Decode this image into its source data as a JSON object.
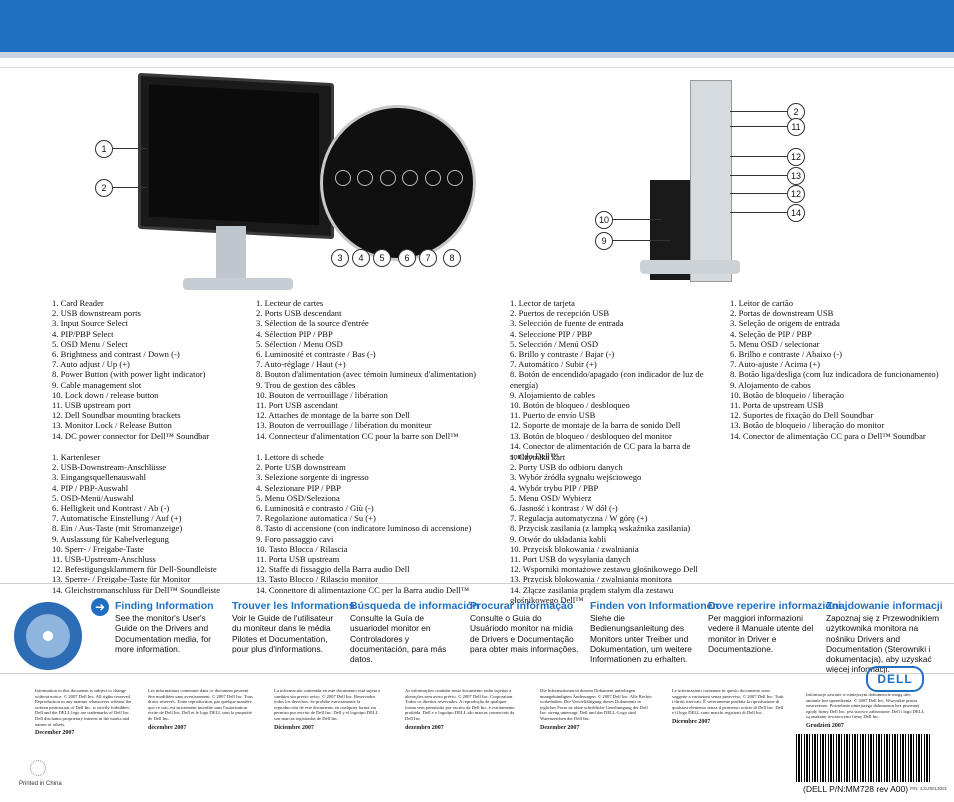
{
  "colors": {
    "accent": "#1f6fc2",
    "light_bar": "#c9d4df"
  },
  "callouts": {
    "front_left": [
      "1",
      "2"
    ],
    "buttons": [
      "3",
      "4",
      "5",
      "6",
      "7",
      "8"
    ],
    "side_right": [
      "2",
      "11",
      "12",
      "13",
      "12",
      "14",
      "10",
      "9"
    ]
  },
  "parts": {
    "en": [
      "1. Card Reader",
      "2. USB downstream ports",
      "3. Input Source Select",
      "4. PIP/PBP Select",
      "5. OSD Menu / Select",
      "6. Brightness and contrast / Down (-)",
      "7. Auto adjust / Up (+)",
      "8. Power Button (with power light indicator)",
      "9. Cable management slot",
      "10. Lock down / release button",
      "11. USB upstream port",
      "12. Dell Soundbar mounting brackets",
      "13. Monitor Lock / Release Button",
      "14. DC power connector for Dell™ Soundbar"
    ],
    "fr": [
      "1. Lecteur de cartes",
      "2. Ports USB descendant",
      "3. Sélection de la source d'entrée",
      "4. Sélection PIP / PBP",
      "5. Sélection / Menu OSD",
      "6. Luminosité et contraste / Bas (-)",
      "7. Auto-réglage / Haut (+)",
      "8. Bouton d'alimentation (avec témoin lumineux d'alimentation)",
      "9. Trou de gestion des câbles",
      "10. Bouton de verrouillage / libération",
      "11. Port USB ascendant",
      "12. Attaches de montage de la barre son Dell",
      "13. Bouton de verrouillage / libération du moniteur",
      "14. Connecteur d'alimentation CC pour la barre son Dell™"
    ],
    "es": [
      "1. Lector de tarjeta",
      "2. Puertos de recepción USB",
      "3. Selección de fuente de entrada",
      "4. Seleccione PIP / PBP",
      "5. Selección / Menú OSD",
      "6. Brillo y contraste / Bajar (-)",
      "7. Automático / Subir (+)",
      "8. Botón de encendido/apagado (con indicador de luz de energía)",
      "9. Alojamiento de cables",
      "10. Botón de bloqueo / desbloqueo",
      "11. Puerto de envío USB",
      "12. Soporte de montaje de la barra de sonido Dell",
      "13. Botón de bloqueo / desbloqueo del monitor",
      "14. Conector de alimentación de CC para la barra de sonido Dell™"
    ],
    "pt": [
      "1. Leitor de cartão",
      "2. Portas de downstream USB",
      "3. Seleção de origem de entrada",
      "4. Seleção de PIP / PBP",
      "5. Menu OSD / selecionar",
      "6. Brilho e contraste / Abaixo (-)",
      "7. Auto-ajuste / Acima (+)",
      "8. Botão liga/desliga (com luz indicadora de funcionamento)",
      "9. Alojamento de cabos",
      "10. Botão de bloqueio / liberação",
      "11. Porta de upstream USB",
      "12. Suportes de fixação do Dell Soundbar",
      "13. Botão de bloqueio / liberação do monitor",
      "14. Conector de alimentação CC para o Dell™ Soundbar"
    ],
    "de": [
      "1. Kartenleser",
      "2. USB-Downstream-Anschlüsse",
      "3. Eingangsquellenauswahl",
      "4. PIP / PBP-Auswahl",
      "5. OSD-Menü/Auswahl",
      "6. Helligkeit und Kontrast / Ab (-)",
      "7. Automatische Einstellung / Auf (+)",
      "8. Ein / Aus-Taste (mit Stromanzeige)",
      "9. Auslassung für Kabelverlegung",
      "10. Sperr- / Freigabe-Taste",
      "11. USB-Upstream-Anschluss",
      "12. Befestigungsklammern für Dell-Soundleiste",
      "13. Sperre- / Freigabe-Taste für Monitor",
      "14. Gleichstromanschluss für Dell™ Soundleiste"
    ],
    "it": [
      "1. Lettore di schede",
      "2. Porte USB downstream",
      "3. Selezione sorgente di ingresso",
      "4. Selezionare PIP / PBP",
      "5. Menu OSD/Seleziona",
      "6. Luminosità e contrasto / Giù (-)",
      "7. Regolazione automatica / Su (+)",
      "8. Tasto di accensione (con indicatore luminoso di accensione)",
      "9. Foro passaggio cavi",
      "10. Tasto Blocca / Rilascia",
      "11. Porta USB upstream",
      "12. Staffe di fissaggio della Barra audio Dell",
      "13. Tasto Blocco / Rilascio monitor",
      "14. Connettore di alimentazione CC per la Barra audio Dell™"
    ],
    "pl": [
      "1. Czytnika kart",
      "2. Porty USB do odbioru danych",
      "3. Wybór źródła sygnału wejściowego",
      "4. Wybór trybu PIP / PBP",
      "5. Menu OSD/ Wybierz",
      "6. Jasność i kontrast / W dół (-)",
      "7. Regulacja automatyczna / W górę (+)",
      "8. Przycisk zasilania (z lampką wskaźnika zasilania)",
      "9. Otwór do układania kabli",
      "10. Przycisk blokowania / zwalniania",
      "11. Port USB do wysyłania danych",
      "12. Wsporniki montażowe zestawu głośnikowego Dell",
      "13. Przycisk blokowania / zwalniania monitora",
      "14. Złącze zasilania prądem stałym dla zestawu głośnikowego Dell™"
    ]
  },
  "finding_info": {
    "en": {
      "title": "Finding Information",
      "body": "See the monitor's User's Guide on the Drivers and Documentation media, for more information."
    },
    "fr": {
      "title": "Trouver les Informations",
      "body": "Voir le Guide de l'utilisateur du moniteur dans le média Pilotes et Documentation, pour plus d'informations."
    },
    "es": {
      "title": "Búsqueda de información",
      "body": "Consulte la Guía de usuariodel monitor en Controladores y documentación, para más datos."
    },
    "pt": {
      "title": "Procurar informação",
      "body": "Consulte o Guia do Usuáriodo monitor na mídia de Drivers e Documentação para obter mais informações."
    },
    "de": {
      "title": "Finden von Informationen",
      "body": "Siehe die Bedienungsanleitung des Monitors unter Treiber und Dokumentation, um weitere Informationen zu erhalten."
    },
    "it": {
      "title": "Dove reperire informazioni",
      "body": "Per maggiori informazioni vedere il Manuale utente del monitor in Driver e Documentazione."
    },
    "pl": {
      "title": "Znajdowanie informacji",
      "body": "Zapoznaj się z Przewodnikiem użytkownika monitora na nośniku Drivers and Documentation (Sterowniki i dokumentacja), aby uzyskać więcej informacji."
    }
  },
  "legal": {
    "en": {
      "text": "Information in this document is subject to change without notice. © 2007 Dell Inc. All rights reserved. Reproduction in any manner whatsoever without the written permission of Dell Inc. is strictly forbidden. Dell and the DELL logo are trademarks of Dell Inc. Dell disclaims proprietary interest in the marks and names of others.",
      "date": "December 2007"
    },
    "fr": {
      "text": "Les informations contenues dans ce document peuvent être modifiées sans avertissement. © 2007 Dell Inc. Tous droits réservés. Toute reproduction, par quelque manière que ce soit, est strictement interdite sans l'autorisation écrite de Dell Inc. Dell et le logo DELL sont la propriété de Dell Inc.",
      "date": "décembre 2007"
    },
    "es": {
      "text": "La información contenida en este documento está sujeta a cambios sin previo aviso. © 2007 Dell Inc. Reservados todos los derechos. Se prohibe estrictamente la reproducción de este documento en cualquier forma sin permiso por escrito de Dell Inc. Dell y el logotipo DELL son marcas registradas de Dell Inc.",
      "date": "Diciembre 2007"
    },
    "pt": {
      "text": "As informações contidas neste documento estão sujeitas a alterações sem aviso prévio. © 2007 Dell Inc. Corporation. Todos os direitos reservados. A reprodução de qualquer forma sem permissão por escrito da Dell Inc. é estritamente proibida. Dell e o logotipo DELL são marcas comerciais da Dell Inc.",
      "date": "dezembro 2007"
    },
    "de": {
      "text": "Die Informationen in diesem Dokument unterliegen unangekündigten Änderungen. © 2007 Dell Inc. Alle Rechte vorbehalten. Die Vervielfältigung dieses Dokuments in jeglicher Form ist ohne schriftliche Genehmigung der Dell Inc. streng untersagt. Dell und das DELL-Logo sind Warenzeichen der Dell Inc.",
      "date": "Dezember 2007"
    },
    "it": {
      "text": "Le informazioni contenute in questo documento sono soggette a variazioni senza preavviso. © 2007 Dell Inc. Tutti i diritti riservati. È severamente proibita la riproduzione di qualsiasi elemento senza il permesso scritto di Dell Inc. Dell e il logo DELL sono marchi registrati di Dell Inc.",
      "date": "Dicembre 2007"
    },
    "pl": {
      "text": "Informacje zawarte w niniejszym dokumencie mogą ulec zmianie bez uprzedzenia. © 2007 Dell Inc. Wszystkie prawa zastrzeżone. Powielanie niniejszego dokumentu bez pisemnej zgody firmy Dell Inc. jest surowo zabronione. Dell i logo DELL są znakami towarowymi firmy Dell Inc.",
      "date": "Grudzień 2007"
    }
  },
  "footer": {
    "logo": "DELL",
    "printed": "Printed in China",
    "part_number": "(DELL P/N:MM728 rev A00)",
    "pn_small": "P/N: 4J1J9013001"
  }
}
